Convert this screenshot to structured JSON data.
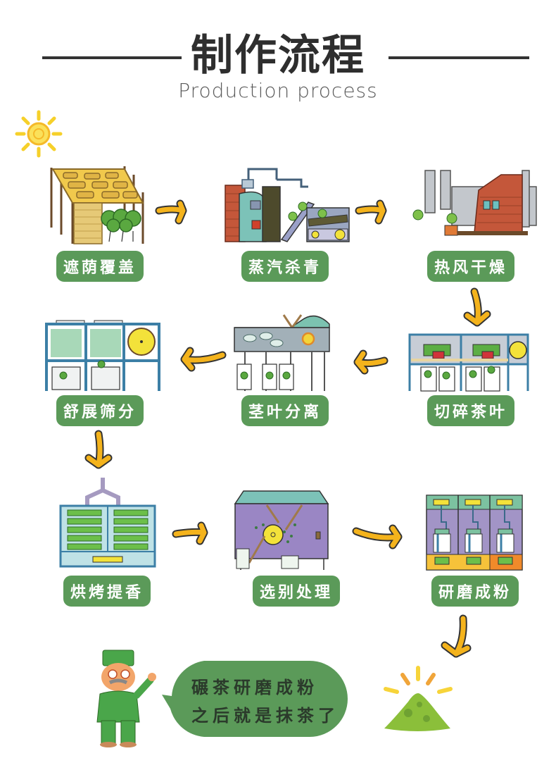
{
  "header": {
    "title": "制作流程",
    "subtitle": "Production process"
  },
  "steps": [
    {
      "label": "遮荫覆盖",
      "icon": "shade-canopy-icon"
    },
    {
      "label": "蒸汽杀青",
      "icon": "steam-machine-icon"
    },
    {
      "label": "热风干燥",
      "icon": "hot-air-dryer-icon"
    },
    {
      "label": "切碎茶叶",
      "icon": "leaf-cutter-icon"
    },
    {
      "label": "茎叶分离",
      "icon": "stem-separator-icon"
    },
    {
      "label": "舒展筛分",
      "icon": "sieve-machine-icon"
    },
    {
      "label": "烘烤提香",
      "icon": "roaster-icon"
    },
    {
      "label": "选别处理",
      "icon": "sorting-machine-icon"
    },
    {
      "label": "研磨成粉",
      "icon": "stone-mill-icon"
    }
  ],
  "speech_bubble": {
    "line1": "碾茶研磨成粉",
    "line2": "之后就是抹茶了"
  },
  "colors": {
    "label_bg": "#5b9a59",
    "arrow": "#f4b31c",
    "title": "#2e2e2e",
    "bubble": "#5b9a59"
  }
}
